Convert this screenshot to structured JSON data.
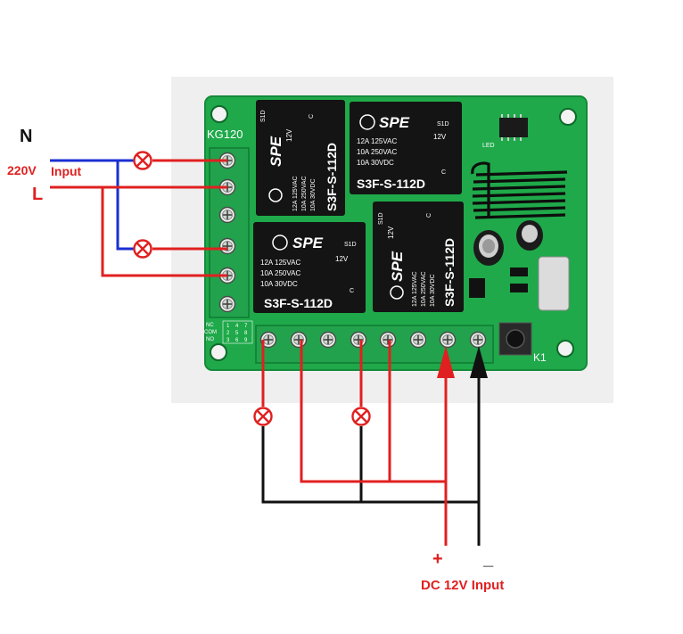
{
  "labels": {
    "neutral": "N",
    "voltage": "220V",
    "input": "Input",
    "live": "L",
    "plus": "+",
    "minus": "_",
    "dc_input": "DC 12V Input"
  },
  "board": {
    "model": "KG120",
    "button_label": "K1",
    "led_label": "LED",
    "legend": [
      "NC",
      "COM",
      "NO"
    ],
    "legend_grid": [
      [
        "1",
        "4",
        "7"
      ],
      [
        "2",
        "5",
        "8"
      ],
      [
        "3",
        "6",
        "9"
      ]
    ]
  },
  "relay": {
    "brand": "SPE",
    "coil": "12V",
    "model": "S3F-S-112D",
    "code": "S1D",
    "contact": "C",
    "rating_1": "12A 125VAC",
    "rating_2": "10A 250VAC",
    "rating_3": "10A 30VDC"
  },
  "colors": {
    "live_wire": "#e02020",
    "neutral_wire": "#1a2fd0",
    "ground_wire": "#111111",
    "board": "#1fa94a",
    "terminal": "#22a24c",
    "relay_body": "#141414",
    "lamp": "#e02020"
  },
  "icons": [
    "lamp-icon",
    "arrow-up-icon",
    "screw-terminal-icon",
    "antenna-coil-icon",
    "capacitor-icon",
    "push-button-icon"
  ]
}
